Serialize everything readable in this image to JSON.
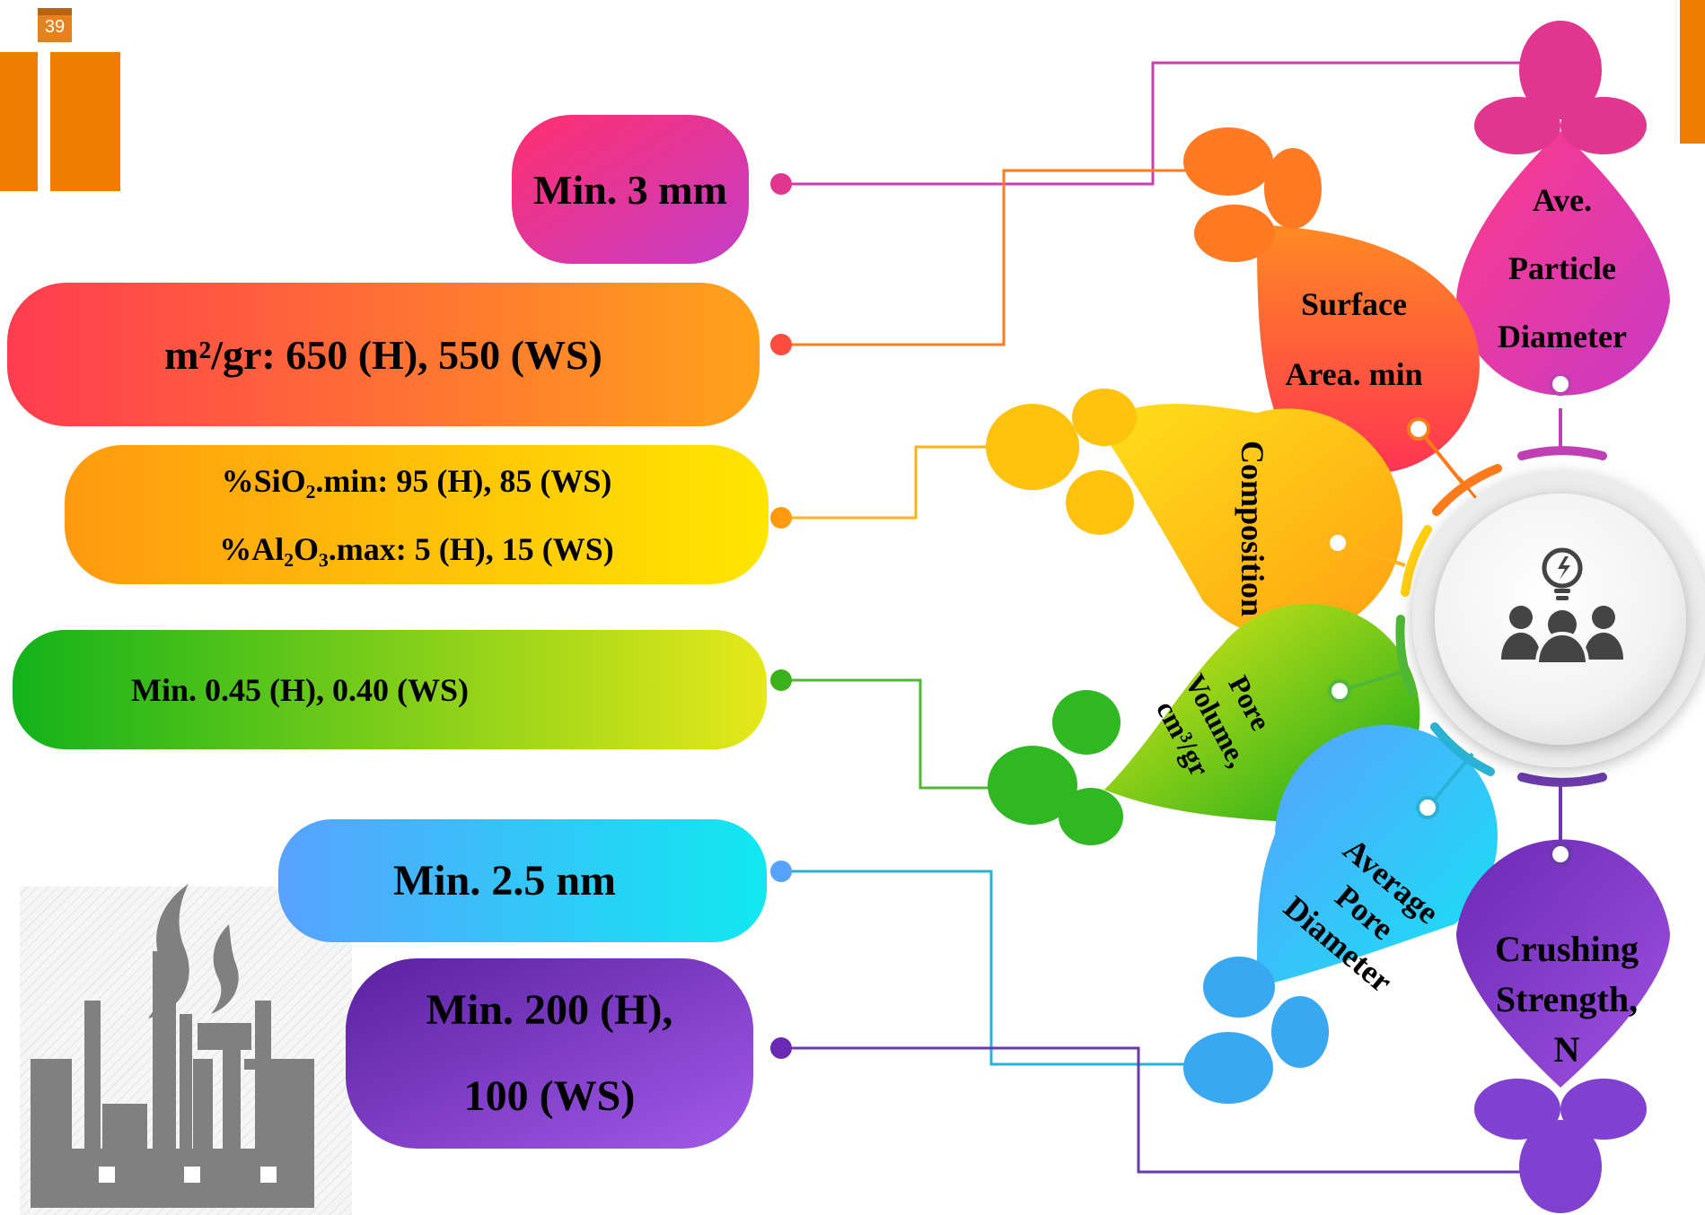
{
  "page_number": "39",
  "colors": {
    "magenta": "#e0368f",
    "orange": "#ff6a2f",
    "yellow": "#ffc20e",
    "green": "#3cbf1e",
    "cyan": "#2bbde8",
    "purple": "#7b3cc8",
    "corner_orange": "#ef7d00",
    "factory_gray": "#808080"
  },
  "values": [
    {
      "id": "particle",
      "lines": [
        "Min. 3 mm"
      ]
    },
    {
      "id": "surface",
      "lines": [
        "m²/gr: 650 (H), 550 (WS)"
      ]
    },
    {
      "id": "composition",
      "lines": [
        "%SiO₂.min: 95 (H), 85 (WS)",
        "%Al₂O₃.max: 5 (H), 15 (WS)"
      ]
    },
    {
      "id": "pore-volume",
      "lines": [
        "Min. 0.45 (H), 0.40 (WS)"
      ]
    },
    {
      "id": "pore-diameter",
      "lines": [
        "Min. 2.5 nm"
      ]
    },
    {
      "id": "crushing",
      "lines": [
        "Min. 200 (H),",
        "100 (WS)"
      ]
    }
  ],
  "properties": [
    {
      "id": "particle",
      "lines": [
        "Ave.",
        "Particle",
        "Diameter"
      ]
    },
    {
      "id": "surface",
      "lines": [
        "Surface",
        "Area. min"
      ]
    },
    {
      "id": "composition",
      "lines": [
        "Composition"
      ]
    },
    {
      "id": "pore-volume",
      "lines": [
        "Pore",
        "Volume,",
        "cm³/gr"
      ]
    },
    {
      "id": "pore-diameter",
      "lines": [
        "Average",
        "Pore",
        "Diameter"
      ]
    },
    {
      "id": "crushing",
      "lines": [
        "Crushing",
        "Strength,",
        "N"
      ]
    }
  ],
  "hub_icon": "team-idea-icon",
  "factory_icon": "factory-icon"
}
